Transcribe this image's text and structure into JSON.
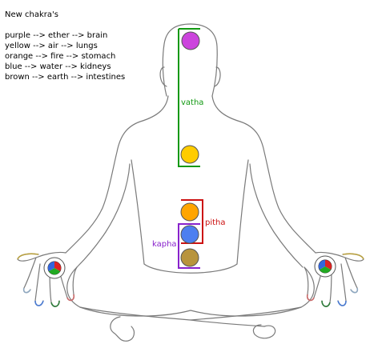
{
  "legend": {
    "title": "New chakra's",
    "rows": [
      "purple --> ether --> brain",
      "yellow --> air --> lungs",
      "orange --> fire --> stomach",
      "blue --> water --> kidneys",
      "brown --> earth --> intestines"
    ]
  },
  "chakras": [
    {
      "name": "purple",
      "color": "#cc44dd"
    },
    {
      "name": "yellow",
      "color": "#ffcc00"
    },
    {
      "name": "orange",
      "color": "#ffa500"
    },
    {
      "name": "blue",
      "color": "#4d7ff0"
    },
    {
      "name": "brown",
      "color": "#b8943c"
    }
  ],
  "brackets": {
    "vatha": {
      "label": "vatha",
      "color": "#119911"
    },
    "pitha": {
      "label": "pitha",
      "color": "#cc1111"
    },
    "kapha": {
      "label": "kapha",
      "color": "#8822cc"
    }
  }
}
